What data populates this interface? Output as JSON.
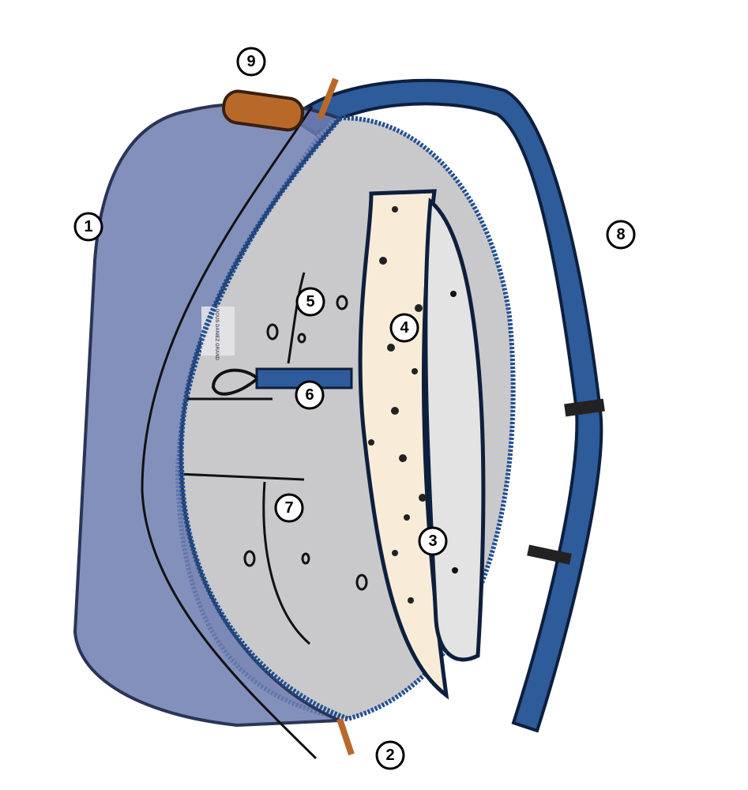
{
  "colors": {
    "body": "#7b86b8",
    "strap": "#2e5b9a",
    "zipper": "#1f4f93",
    "inner_panel": "#c9c9cc",
    "lining": "#f8ecd9",
    "pocket": "#e3e3e3",
    "handle": "#b8692a"
  },
  "callouts": [
    {
      "label": "1"
    },
    {
      "label": "2"
    },
    {
      "label": "3"
    },
    {
      "label": "4"
    },
    {
      "label": "5"
    },
    {
      "label": "6"
    },
    {
      "label": "7"
    },
    {
      "label": "8"
    },
    {
      "label": "9"
    }
  ],
  "tag": {
    "text": "DOUS DANIEZ GRAND"
  }
}
